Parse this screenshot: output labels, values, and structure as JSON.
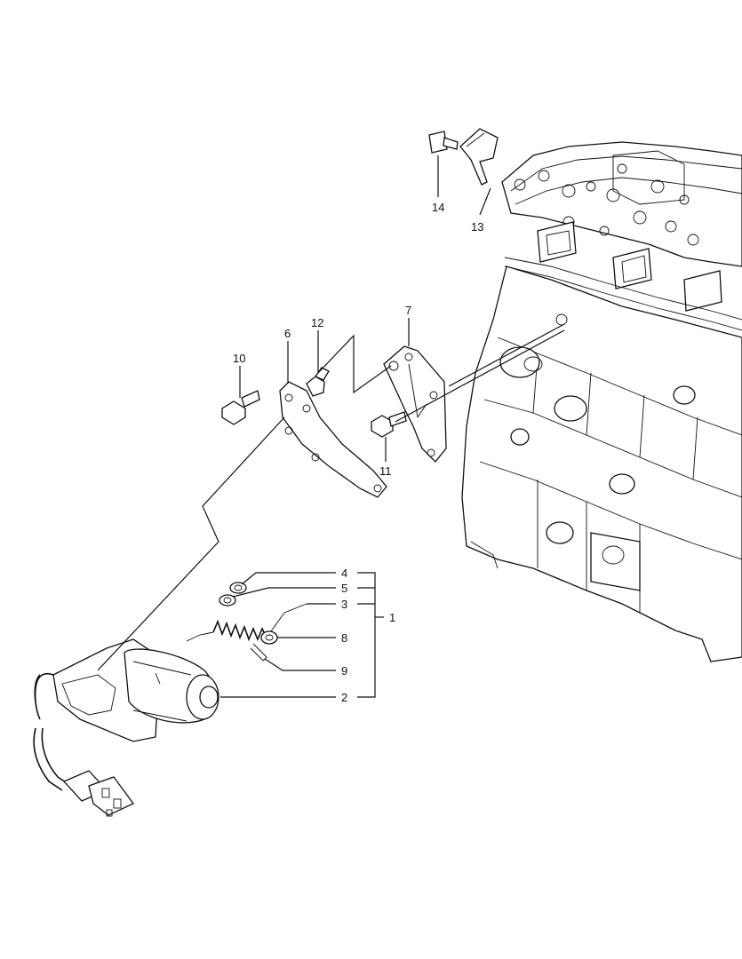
{
  "callouts": [
    {
      "id": "p1",
      "label": "1"
    },
    {
      "id": "p2",
      "label": "2"
    },
    {
      "id": "p3",
      "label": "3"
    },
    {
      "id": "p4",
      "label": "4"
    },
    {
      "id": "p5",
      "label": "5"
    },
    {
      "id": "p6",
      "label": "6"
    },
    {
      "id": "p7",
      "label": "7"
    },
    {
      "id": "p8",
      "label": "8"
    },
    {
      "id": "p9",
      "label": "9"
    },
    {
      "id": "p10",
      "label": "10"
    },
    {
      "id": "p11",
      "label": "11"
    },
    {
      "id": "p12",
      "label": "12"
    },
    {
      "id": "p13",
      "label": "13"
    },
    {
      "id": "p14",
      "label": "14"
    }
  ]
}
